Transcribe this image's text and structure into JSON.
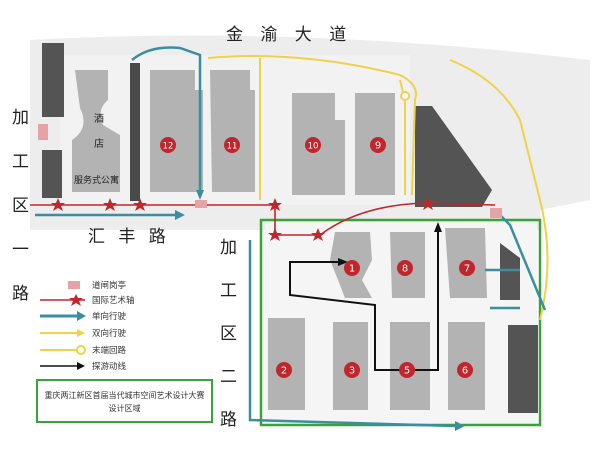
{
  "roads": {
    "north": "金 渝 大 道",
    "huifeng": "汇  丰  路",
    "jg_zone_1": [
      "加",
      "工",
      "区",
      "一",
      "路"
    ],
    "jg_zone_2": [
      "加",
      "工",
      "区",
      "二",
      "路"
    ]
  },
  "buildings": {
    "hotel": [
      "酒",
      "店"
    ],
    "apartment": "服务式公寓"
  },
  "markers": [
    {
      "id": "12",
      "label": "12"
    },
    {
      "id": "11",
      "label": "11"
    },
    {
      "id": "10",
      "label": "10"
    },
    {
      "id": "9",
      "label": "9"
    },
    {
      "id": "1",
      "label": "1"
    },
    {
      "id": "8",
      "label": "8"
    },
    {
      "id": "7",
      "label": "7"
    },
    {
      "id": "2",
      "label": "2"
    },
    {
      "id": "3",
      "label": "3"
    },
    {
      "id": "5",
      "label": "5"
    },
    {
      "id": "6",
      "label": "6"
    }
  ],
  "legend": [
    {
      "symbol": "gate-booth",
      "label": "道闸岗亭"
    },
    {
      "symbol": "art-axis",
      "label": "国际艺术轴"
    },
    {
      "symbol": "one-way",
      "label": "单向行驶"
    },
    {
      "symbol": "two-way",
      "label": "双向行驶"
    },
    {
      "symbol": "end-loop",
      "label": "末端回路"
    },
    {
      "symbol": "exploration",
      "label": "探游动线"
    }
  ],
  "design_area": {
    "line1": "重庆两江新区首届当代城市空间艺术设计大赛",
    "line2": "设计区域"
  },
  "colors": {
    "building": "#b3b3b3",
    "dark_building": "#545454",
    "art_axis": "#c0262c",
    "one_way": "#3a8ea0",
    "two_way": "#efd247",
    "design_area": "#3aa23a",
    "booth": "#e6a3a6",
    "marker": "#c0262c"
  }
}
